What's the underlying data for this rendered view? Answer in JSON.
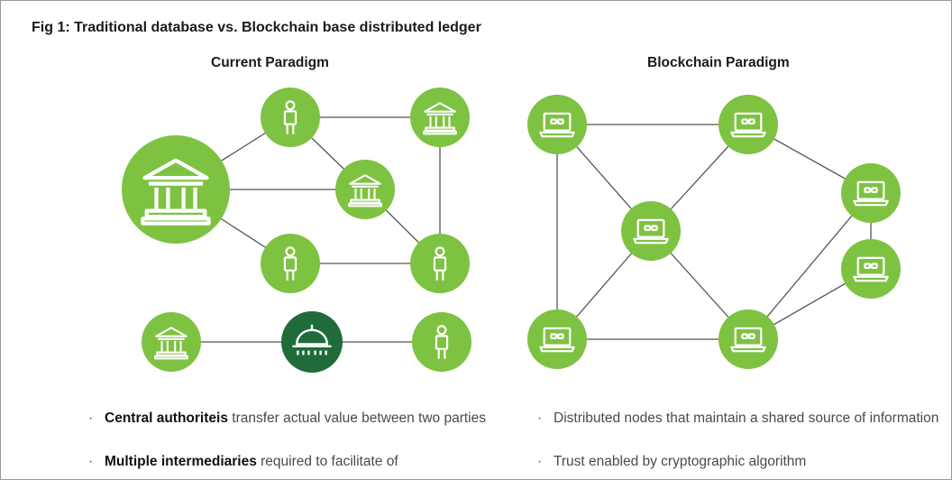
{
  "figure": {
    "title": "Fig 1: Traditional database vs. Blockchain base distributed ledger"
  },
  "panels": {
    "current": {
      "title": "Current Paradigm"
    },
    "blockchain": {
      "title": "Blockchain Paradigm"
    }
  },
  "colors": {
    "node_green": "#7ec242",
    "node_dark_green": "#1f6b3a",
    "edge": "#555555",
    "icon_stroke": "#ffffff"
  },
  "current_nodes": [
    {
      "id": "central-bank",
      "icon": "bank-icon"
    },
    {
      "id": "person-top",
      "icon": "person-icon"
    },
    {
      "id": "bank-top-right",
      "icon": "bank-icon"
    },
    {
      "id": "bank-middle",
      "icon": "bank-icon"
    },
    {
      "id": "person-bottom-left",
      "icon": "person-icon"
    },
    {
      "id": "person-bottom-right",
      "icon": "person-icon"
    },
    {
      "id": "bank-lower",
      "icon": "bank-icon"
    },
    {
      "id": "clearing-house",
      "icon": "dome-icon"
    },
    {
      "id": "person-lower",
      "icon": "person-icon"
    }
  ],
  "blockchain_nodes": [
    {
      "id": "laptop-1",
      "icon": "laptop-icon"
    },
    {
      "id": "laptop-2",
      "icon": "laptop-icon"
    },
    {
      "id": "laptop-3",
      "icon": "laptop-icon"
    },
    {
      "id": "laptop-4",
      "icon": "laptop-icon"
    },
    {
      "id": "laptop-5",
      "icon": "laptop-icon"
    },
    {
      "id": "laptop-6",
      "icon": "laptop-icon"
    },
    {
      "id": "laptop-7",
      "icon": "laptop-icon"
    }
  ],
  "bullets": {
    "left": [
      {
        "bold": "Central authoriteis",
        "text": " transfer actual value between two parties"
      },
      {
        "bold": "Multiple intermediaries",
        "text": " required to facilitate of"
      }
    ],
    "right": [
      {
        "text": "Distributed nodes that maintain a shared source of information"
      },
      {
        "text": "Trust enabled by cryptographic algorithm"
      }
    ],
    "marker": "·"
  }
}
